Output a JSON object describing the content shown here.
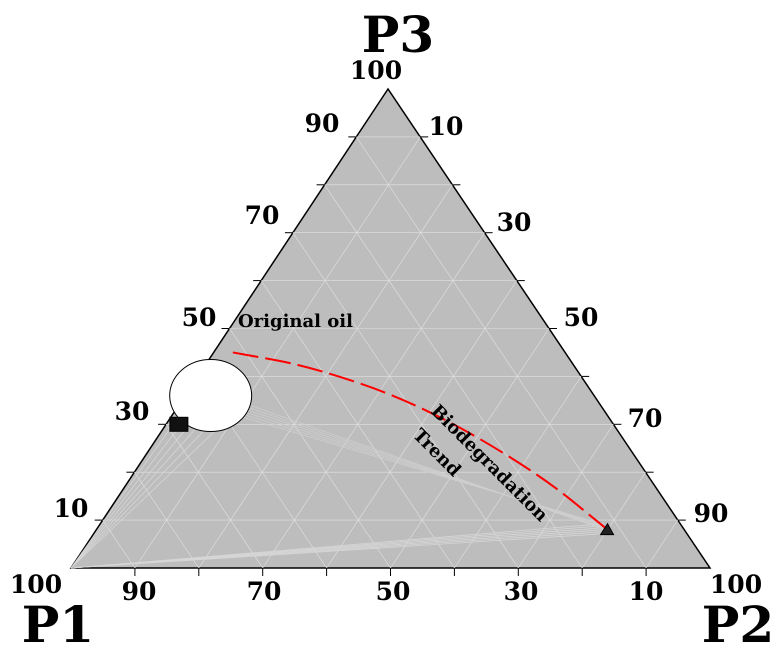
{
  "chart_data": {
    "type": "ternary",
    "vertices": {
      "top": {
        "label": "P3",
        "corner_value": "100"
      },
      "left": {
        "label": "P1",
        "corner_value": "100"
      },
      "right": {
        "label": "P2",
        "corner_value": "100"
      }
    },
    "ticks": {
      "left_edge_P3": [
        "10",
        "30",
        "50",
        "70",
        "90"
      ],
      "right_edge_P2": [
        "10",
        "30",
        "50",
        "70",
        "90"
      ],
      "bottom_edge_P1": [
        "90",
        "70",
        "50",
        "30",
        "10"
      ]
    },
    "background_fill": "#bdbdbd",
    "grid_color": "#e2e2e2",
    "trend_color": "#ff0000",
    "annotations": {
      "original_oil": "Original oil",
      "trend_line1": "Biodegradation",
      "trend_line2": "Trend"
    },
    "series": [
      {
        "marker": "ellipse",
        "P1": 60,
        "P2": 4,
        "P3": 36
      },
      {
        "marker": "square",
        "P1": 68,
        "P2": 2,
        "P3": 30
      },
      {
        "marker": "triangle",
        "P1": 12,
        "P2": 80,
        "P3": 8
      }
    ],
    "trend_curve": [
      {
        "P1": 52,
        "P2": 3,
        "P3": 45
      },
      {
        "P1": 41,
        "P2": 17,
        "P3": 42
      },
      {
        "P1": 28,
        "P2": 38,
        "P3": 34
      },
      {
        "P1": 17,
        "P2": 63,
        "P3": 20
      },
      {
        "P1": 12,
        "P2": 80,
        "P3": 8
      }
    ]
  }
}
